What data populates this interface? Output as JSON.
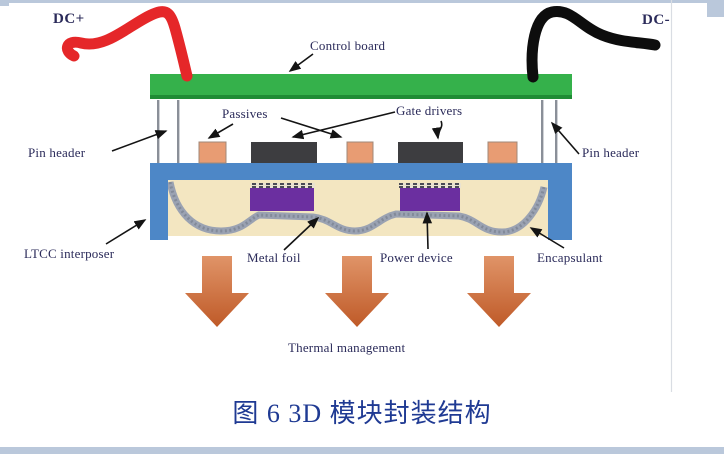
{
  "figure": {
    "caption": "图 6  3D 模块封装结构",
    "labels": {
      "dc_plus": "DC+",
      "dc_minus": "DC-",
      "control_board": "Control board",
      "passives": "Passives",
      "gate_drivers": "Gate drivers",
      "pin_header_left": "Pin header",
      "pin_header_right": "Pin header",
      "ltcc_interposer": "LTCC interposer",
      "metal_foil": "Metal foil",
      "power_device": "Power device",
      "encapsulant": "Encapsulant",
      "thermal_management": "Thermal management"
    },
    "colors": {
      "board_green": "#35b14b",
      "board_green_edge": "#1f8c35",
      "interposer_blue": "#4d87c7",
      "encapsulant_cream": "#f3e6c1",
      "device_purple": "#6b2fa0",
      "passive_orange": "#e89c73",
      "driver_dark": "#3d3d40",
      "foil_gray": "#9aa2b2",
      "pin_gray": "#8a8f98",
      "cable_red": "#e52729",
      "cable_black": "#0d0d0d",
      "arrow_orange_top": "#e09468",
      "arrow_orange_bottom": "#bf5a28",
      "label_ink": "#2b2b5a",
      "caption_blue": "#1f3a93",
      "leader_black": "#141414",
      "frame_blue": "#bac8db"
    }
  }
}
